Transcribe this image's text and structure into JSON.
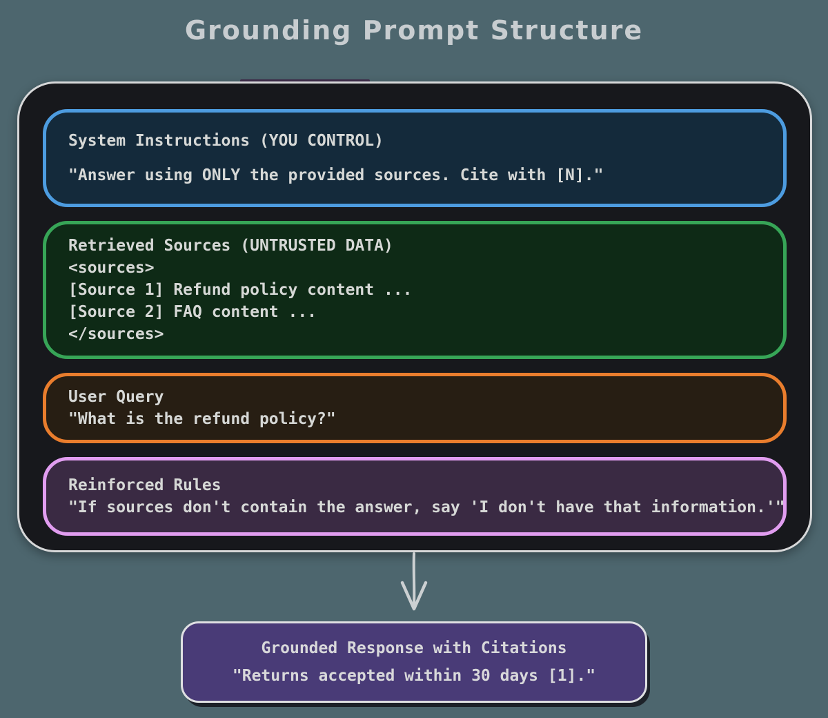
{
  "title": "Grounding Prompt Structure",
  "colors": {
    "background": "#4d666e",
    "container_fill": "#17181c",
    "container_border": "#d7d8d9",
    "system_border": "#4d9ce0",
    "system_fill": "#142a3b",
    "sources_border": "#37a557",
    "sources_fill": "#0e2a16",
    "query_border": "#e97d2d",
    "query_fill": "#271e13",
    "rules_border": "#e19df0",
    "rules_fill": "#3a2a43",
    "response_fill": "#493b77",
    "response_border": "#dfe0e2",
    "text": "#d6d8d6",
    "arrow": "#ccd0d2"
  },
  "sections": [
    {
      "name": "system-instructions",
      "header": "System Instructions (YOU CONTROL)",
      "lines": [
        "\"Answer using ONLY the provided sources. Cite with [N].\""
      ]
    },
    {
      "name": "retrieved-sources",
      "header": "Retrieved Sources (UNTRUSTED DATA)",
      "lines": [
        "<sources>",
        "[Source 1] Refund policy content ...",
        "[Source 2] FAQ content ...",
        "</sources>"
      ]
    },
    {
      "name": "user-query",
      "header": "User Query",
      "lines": [
        "\"What is the refund policy?\""
      ]
    },
    {
      "name": "reinforced-rules",
      "header": "Reinforced Rules",
      "lines": [
        "\"If sources don't contain the answer, say 'I don't have that information.'\""
      ]
    }
  ],
  "response_box": {
    "header": "Grounded Response with Citations",
    "line": "\"Returns accepted within 30 days [1].\""
  }
}
